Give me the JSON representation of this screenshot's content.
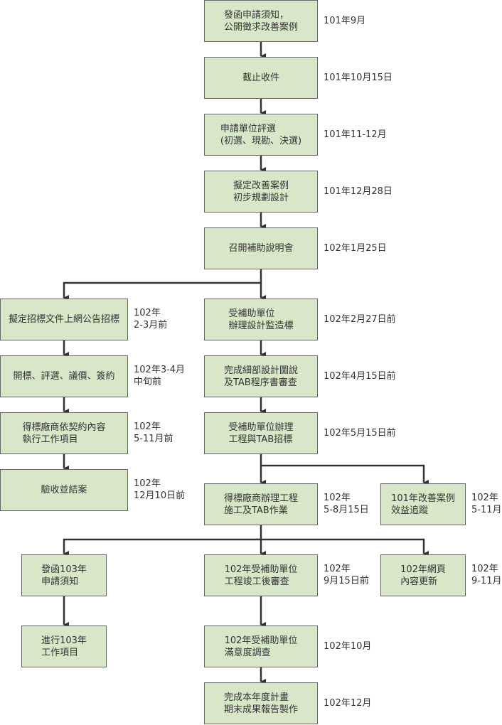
{
  "main_column": [
    {
      "text": "發函申請須知，\n公開徵求改善案例",
      "date": "101年9月"
    },
    {
      "text": "截止收件",
      "date": "101年10月15日"
    },
    {
      "text": "申請單位評選\n(初選、現勘、決選)",
      "date": "101年11-12月"
    },
    {
      "text": "擬定改善案例\n初步規劃設計",
      "date": "101年12月28日"
    },
    {
      "text": "召開補助說明會",
      "date": "102年1月25日"
    },
    {
      "text": "受補助單位\n辦理設計監造標",
      "date": "102年2月27日前"
    },
    {
      "text": "完成細部設計圖說\n及TAB程序書審查",
      "date": "102年4月15日前"
    },
    {
      "text": "受補助單位辦理\n工程與TAB招標",
      "date": "102年5月15日前"
    },
    {
      "text": "得標廠商辦理工程\n施工及TAB作業",
      "date": "102年\n5-8月15日"
    },
    {
      "text": "102年受補助單位\n工程竣工後審查",
      "date": "102年\n9月15日前"
    },
    {
      "text": "102年受補助單位\n滿意度調查",
      "date": "102年10月"
    },
    {
      "text": "完成本年度計畫\n期末成果報告製作",
      "date": "102年12月"
    }
  ],
  "left_column": [
    {
      "text": "擬定招標文件上網公告招標",
      "date": "102年\n2-3月前"
    },
    {
      "text": "開標、評選、議價、簽約",
      "date": "102年3-4月\n中旬前"
    },
    {
      "text": "得標廠商依契約內容\n執行工作項目",
      "date": "102年\n5-11月前"
    },
    {
      "text": "驗收並結案",
      "date": "102年\n12月10日前"
    }
  ],
  "right_column": [
    {
      "text": "101年改善案例\n效益追蹤",
      "date": "102年\n5-11月"
    },
    {
      "text": "102年網頁\n內容更新",
      "date": "102年\n9-11月"
    }
  ],
  "bottom_left": [
    {
      "text": "發函103年\n申請須知"
    },
    {
      "text": "進行103年\n工作項目"
    }
  ],
  "colors": {
    "box_fill": "#d9e7c9",
    "box_border": "#666666",
    "line": "#333333"
  }
}
